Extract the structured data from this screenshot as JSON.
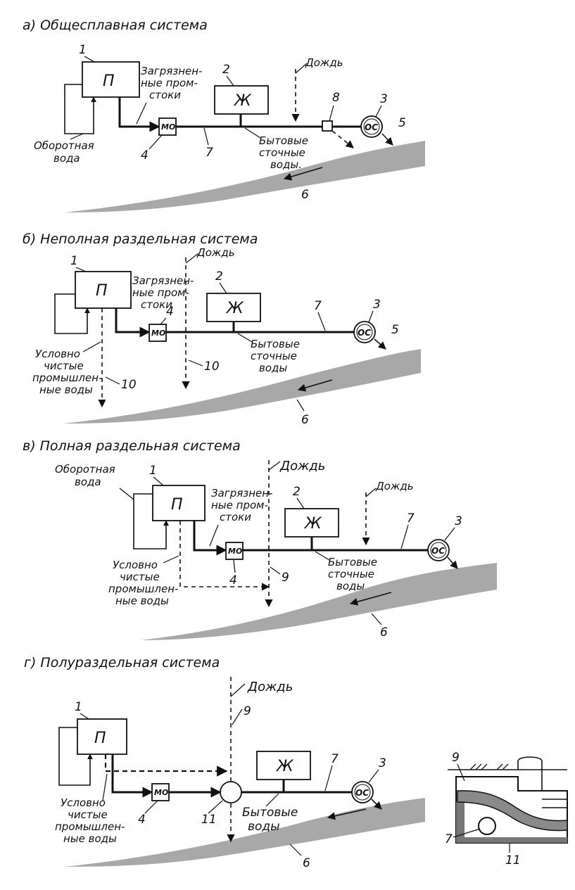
{
  "panels": [
    {
      "title": "а) Общесплавная система",
      "labels": {
        "box_p": "П",
        "box_zh": "Ж",
        "mo": "МО",
        "oc": "ОС",
        "dirty_1": "Загрязнен-",
        "dirty_2": "ные пром-",
        "dirty_3": "стоки",
        "rain": "Дождь",
        "recycled_1": "Оборотная",
        "recycled_2": "вода",
        "domestic_1": "Бытовые",
        "domestic_2": "сточные",
        "domestic_3": "воды."
      },
      "numbers": {
        "n1": "1",
        "n2": "2",
        "n3": "3",
        "n4": "4",
        "n5": "5",
        "n6": "6",
        "n7": "7",
        "n8": "8"
      }
    },
    {
      "title": "б) Неполная раздельная система",
      "labels": {
        "box_p": "П",
        "box_zh": "Ж",
        "mo": "МО",
        "oc": "ОС",
        "dirty_1": "Загрязнен-",
        "dirty_2": "ные пром-",
        "dirty_3": "стоки",
        "rain": "Дождь",
        "clean_1": "Условно",
        "clean_2": "чистые",
        "clean_3": "промышлен-",
        "clean_4": "ные воды",
        "domestic_1": "Бытовые",
        "domestic_2": "сточные",
        "domestic_3": "воды"
      },
      "numbers": {
        "n1": "1",
        "n2": "2",
        "n3": "3",
        "n4": "4",
        "n5": "5",
        "n6": "6",
        "n7": "7",
        "n10a": "10",
        "n10b": "10"
      }
    },
    {
      "title": "в) Полная раздельная система",
      "labels": {
        "box_p": "П",
        "box_zh": "Ж",
        "mo": "МО",
        "oc": "ОС",
        "dirty_1": "Загрязнен-",
        "dirty_2": "ные пром-",
        "dirty_3": "стоки",
        "rain_a": "Дождь",
        "rain_b": "Дождь",
        "recycled_1": "Оборотная",
        "recycled_2": "вода",
        "clean_1": "Условно",
        "clean_2": "чистые",
        "clean_3": "промышлен-",
        "clean_4": "ные воды",
        "domestic_1": "Бытовые",
        "domestic_2": "сточные",
        "domestic_3": "воды"
      },
      "numbers": {
        "n1": "1",
        "n2": "2",
        "n3": "3",
        "n4": "4",
        "n6": "6",
        "n7": "7",
        "n9": "9"
      }
    },
    {
      "title": "г) Полураздельная система",
      "labels": {
        "box_p": "П",
        "box_zh": "Ж",
        "mo": "МО",
        "oc": "ОС",
        "rain": "Дождь",
        "clean_1": "Условно",
        "clean_2": "чистые",
        "clean_3": "промышлен-",
        "clean_4": "ные воды",
        "domestic_1": "Бытовые",
        "domestic_2": "воды"
      },
      "numbers": {
        "n1": "1",
        "n3": "3",
        "n4": "4",
        "n6": "6",
        "n7": "7",
        "n9": "9",
        "n11": "11",
        "d9": "9",
        "d7": "7",
        "d11": "11"
      }
    }
  ]
}
